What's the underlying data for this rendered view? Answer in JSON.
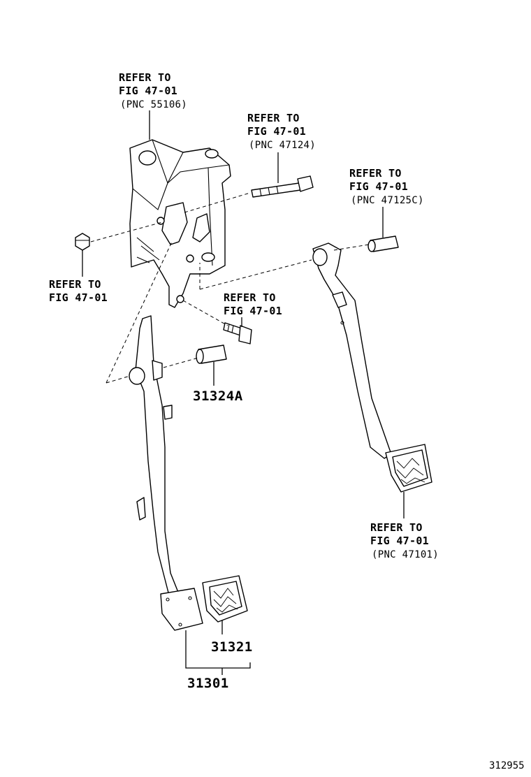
{
  "callouts": [
    {
      "id": "c1",
      "lines": [
        "REFER TO",
        "FIG 47-01",
        "(PNC 55106)"
      ]
    },
    {
      "id": "c2",
      "lines": [
        "REFER TO",
        "FIG 47-01",
        "(PNC 47124)"
      ]
    },
    {
      "id": "c3",
      "lines": [
        "REFER TO",
        "FIG 47-01",
        "(PNC 47125C)"
      ]
    },
    {
      "id": "c4",
      "lines": [
        "REFER TO",
        "FIG 47-01"
      ]
    },
    {
      "id": "c5",
      "lines": [
        "REFER TO",
        "FIG 47-01"
      ]
    },
    {
      "id": "c6",
      "lines": [
        "REFER TO",
        "FIG 47-01",
        "(PNC 47101)"
      ]
    }
  ],
  "part_numbers": {
    "bushing": "31324A",
    "pad": "31321",
    "pedal_assy": "31301"
  },
  "figure_id": "312955"
}
